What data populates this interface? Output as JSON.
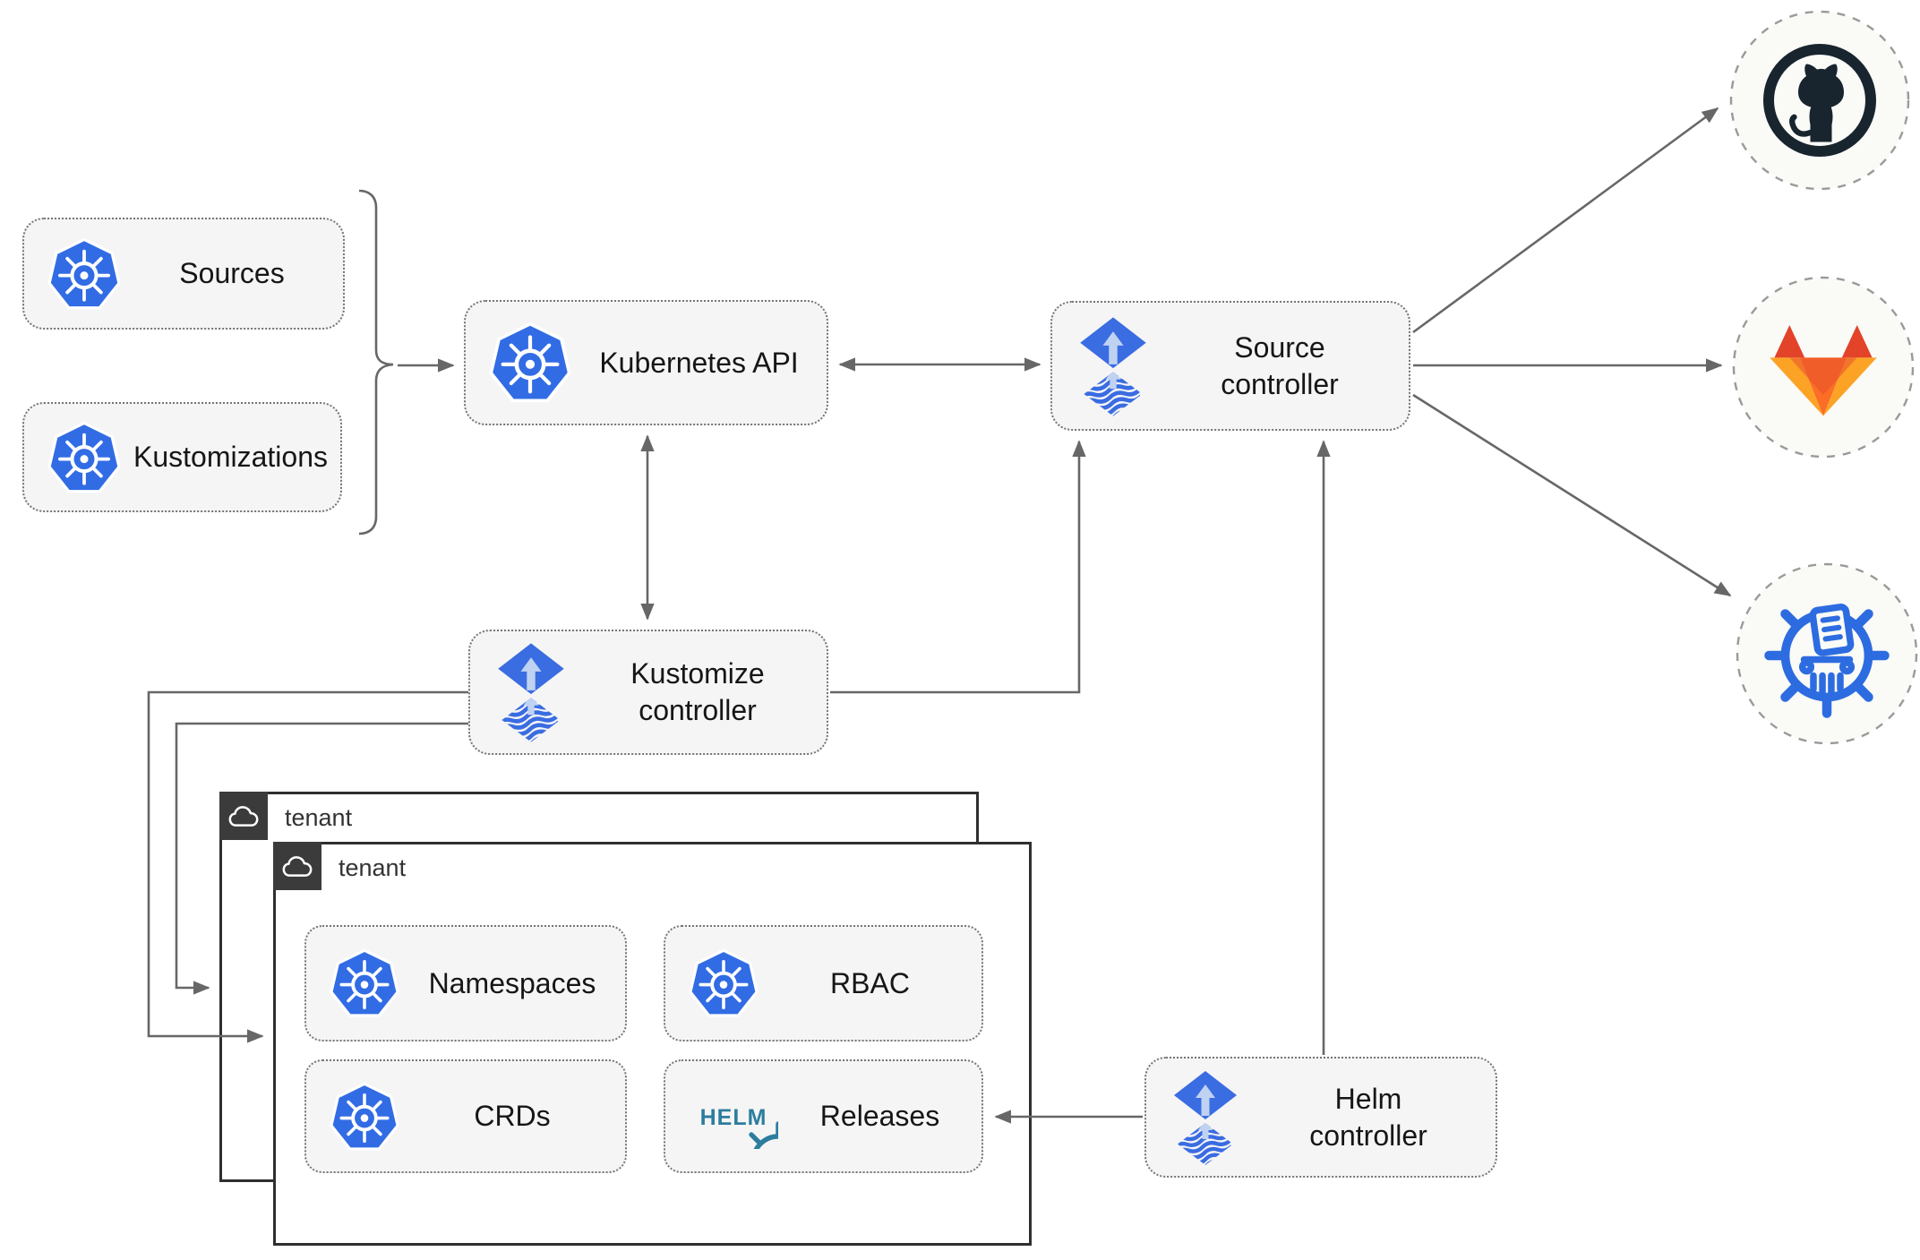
{
  "diagram": {
    "nodes": {
      "sources": {
        "label": "Sources"
      },
      "kustomizations": {
        "label": "Kustomizations"
      },
      "kubernetes_api": {
        "label": "Kubernetes API"
      },
      "source_controller": {
        "label": "Source controller"
      },
      "kustomize_controller": {
        "label": "Kustomize controller"
      },
      "helm_controller": {
        "label": "Helm controller"
      },
      "tenant_outer": {
        "label": "tenant"
      },
      "tenant_inner": {
        "label": "tenant"
      },
      "namespaces": {
        "label": "Namespaces"
      },
      "rbac": {
        "label": "RBAC"
      },
      "crds": {
        "label": "CRDs"
      },
      "releases": {
        "label": "Releases"
      }
    },
    "icons": {
      "kubernetes": "kubernetes-wheel-icon",
      "flux": "flux-gitops-icon",
      "helm": "helm-wheel-icon",
      "helm_wordmark": "HELM",
      "github": "github-octocat-icon",
      "gitlab": "gitlab-tanuki-icon",
      "registry": "container-registry-icon",
      "cloud": "cloud-icon"
    },
    "colors": {
      "kubernetes_blue": "#326ce5",
      "flux_blue": "#3a6ce2",
      "flux_arrow_light": "#bfd2f2",
      "helm_teal": "#2c7d9e",
      "github_dark": "#18242e",
      "gitlab_orange": "#fc6d26",
      "gitlab_dark_orange": "#e24329",
      "gitlab_light_orange": "#fca326",
      "registry_blue": "#2d6ce0",
      "connector_gray": "#676767",
      "node_fill": "#f5f5f5",
      "tenant_border": "#2f2f2f",
      "tenant_tab": "#3b3b3b"
    }
  }
}
